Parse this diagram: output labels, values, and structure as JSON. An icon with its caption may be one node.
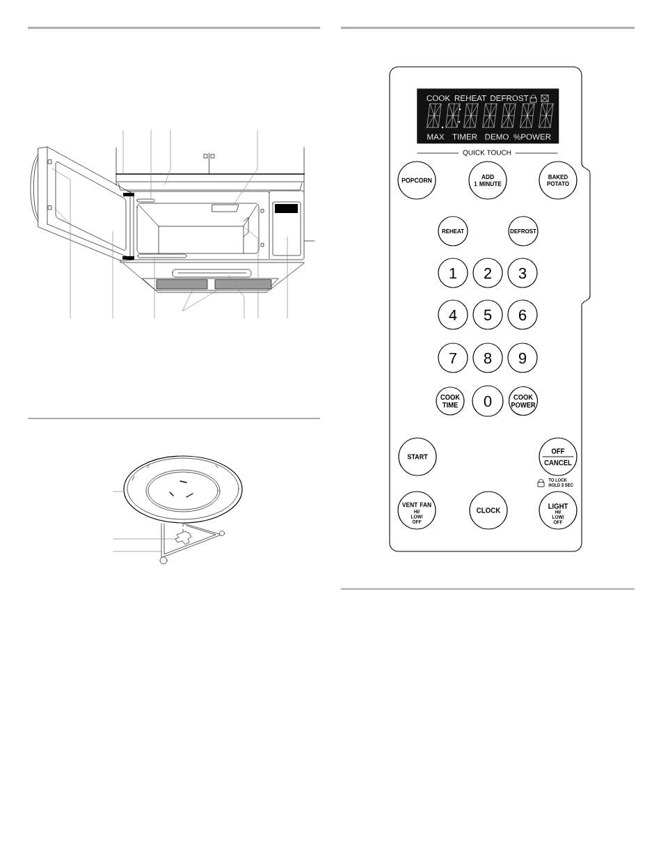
{
  "diagram": {
    "nodes": [
      {
        "text": [],
        "shape": "box"
      },
      {
        "text": [
          "COOK",
          "REHEAT",
          "DEFROST",
          "MAX",
          "TIMER",
          "DEMO",
          "%POWER"
        ],
        "in": 0
      },
      {
        "text": [
          "POPCORN"
        ],
        "in": 0
      },
      {
        "text": [
          "ADD 1 MINUTE"
        ],
        "in": 0
      },
      {
        "text": [
          "BAKED POTATO"
        ],
        "in": 0
      },
      {
        "text": [
          "REHEAT"
        ],
        "in": 0
      },
      {
        "text": [
          "DEFROST"
        ],
        "in": 0
      },
      {
        "text": [
          "1"
        ],
        "in": 0
      },
      {
        "text": [
          "2"
        ],
        "in": 0
      },
      {
        "text": [
          "3"
        ],
        "in": 0
      },
      {
        "text": [
          "4"
        ],
        "in": 0
      },
      {
        "text": [
          "5"
        ],
        "in": 0
      },
      {
        "text": [
          "6"
        ],
        "in": 0
      },
      {
        "text": [
          "7"
        ],
        "in": 0
      },
      {
        "text": [
          "8"
        ],
        "in": 0
      },
      {
        "text": [
          "9"
        ],
        "in": 0
      },
      {
        "text": [
          "COOK TIME"
        ],
        "in": 0
      },
      {
        "text": [
          "0"
        ],
        "in": 0
      },
      {
        "text": [
          "COOK POWER"
        ],
        "in": 0
      },
      {
        "text": [
          "START"
        ],
        "in": 0
      },
      {
        "text": [
          "OFF",
          "CANCEL"
        ],
        "in": 0,
        "beside": [
          "TO LOCK HOLD 3 SEC"
        ]
      },
      {
        "text": [
          "VENT FAN",
          "HI/ LOW/ OFF"
        ],
        "in": 0
      },
      {
        "text": [
          "CLOCK"
        ],
        "in": 0
      },
      {
        "text": [
          "LIGHT",
          "HI/ LOW/ OFF"
        ],
        "in": 0
      }
    ],
    "labels": [
      "QUICK TOUCH"
    ]
  }
}
